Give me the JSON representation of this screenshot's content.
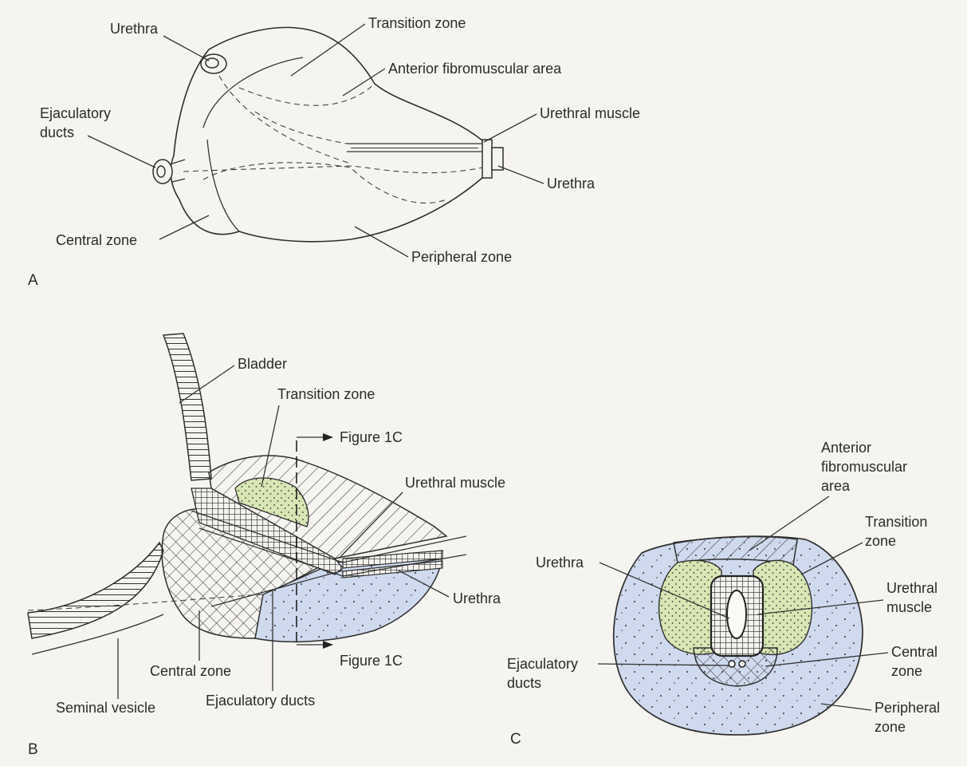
{
  "colors": {
    "paper": "#f6f4f0",
    "ink": "#2b2b2b",
    "transition_zone": "#d8e6b4",
    "peripheral_zone": "#cbd8ef"
  },
  "panel_a": {
    "letter": "A",
    "labels": {
      "urethra_top": "Urethra",
      "transition_zone": "Transition zone",
      "anterior_fibromuscular": "Anterior fibromuscular area",
      "ejaculatory_ducts_1": "Ejaculatory",
      "ejaculatory_ducts_2": "ducts",
      "urethral_muscle": "Urethral muscle",
      "urethra_right": "Urethra",
      "central_zone": "Central zone",
      "peripheral_zone": "Peripheral zone"
    }
  },
  "panel_b": {
    "letter": "B",
    "labels": {
      "bladder": "Bladder",
      "transition_zone": "Transition zone",
      "figure_1c_top": "Figure 1C",
      "urethral_muscle": "Urethral muscle",
      "urethra": "Urethra",
      "central_zone": "Central zone",
      "figure_1c_bottom": "Figure 1C",
      "seminal_vesicle": "Seminal vesicle",
      "ejaculatory_ducts": "Ejaculatory ducts"
    }
  },
  "panel_c": {
    "letter": "C",
    "labels": {
      "anterior_1": "Anterior",
      "anterior_2": "fibromuscular",
      "anterior_3": "area",
      "transition_1": "Transition",
      "transition_2": "zone",
      "urethra": "Urethra",
      "urethral_muscle_1": "Urethral",
      "urethral_muscle_2": "muscle",
      "central_1": "Central",
      "central_2": "zone",
      "ejaculatory_1": "Ejaculatory",
      "ejaculatory_2": "ducts",
      "peripheral_1": "Peripheral",
      "peripheral_2": "zone"
    }
  }
}
